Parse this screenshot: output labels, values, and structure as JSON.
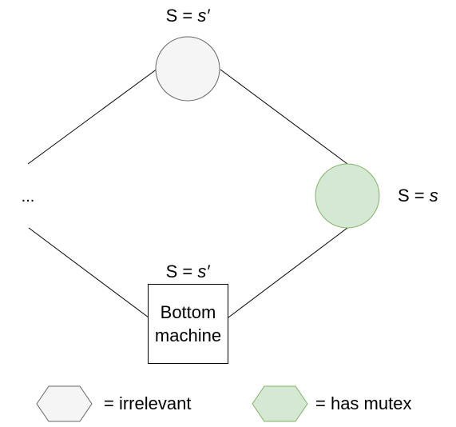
{
  "nodes": {
    "top": {
      "label_prefix": "S = ",
      "label_var": "s′",
      "kind": "irrelevant"
    },
    "right": {
      "label_prefix": "S = ",
      "label_var": "s",
      "kind": "has_mutex"
    },
    "bottom": {
      "label_prefix": "S = ",
      "label_var": "s′",
      "text_line1": "Bottom",
      "text_line2": "machine"
    },
    "left": {
      "text": "..."
    }
  },
  "legend": {
    "irrelevant": {
      "label": "= irrelevant"
    },
    "has_mutex": {
      "label": "= has mutex"
    }
  },
  "colors": {
    "irrelevant_fill": "#f5f5f5",
    "irrelevant_stroke": "#666666",
    "has_mutex_fill": "#d5e8d4",
    "has_mutex_stroke": "#82b366",
    "line": "#000000",
    "box_fill": "#ffffff",
    "box_stroke": "#000000"
  }
}
